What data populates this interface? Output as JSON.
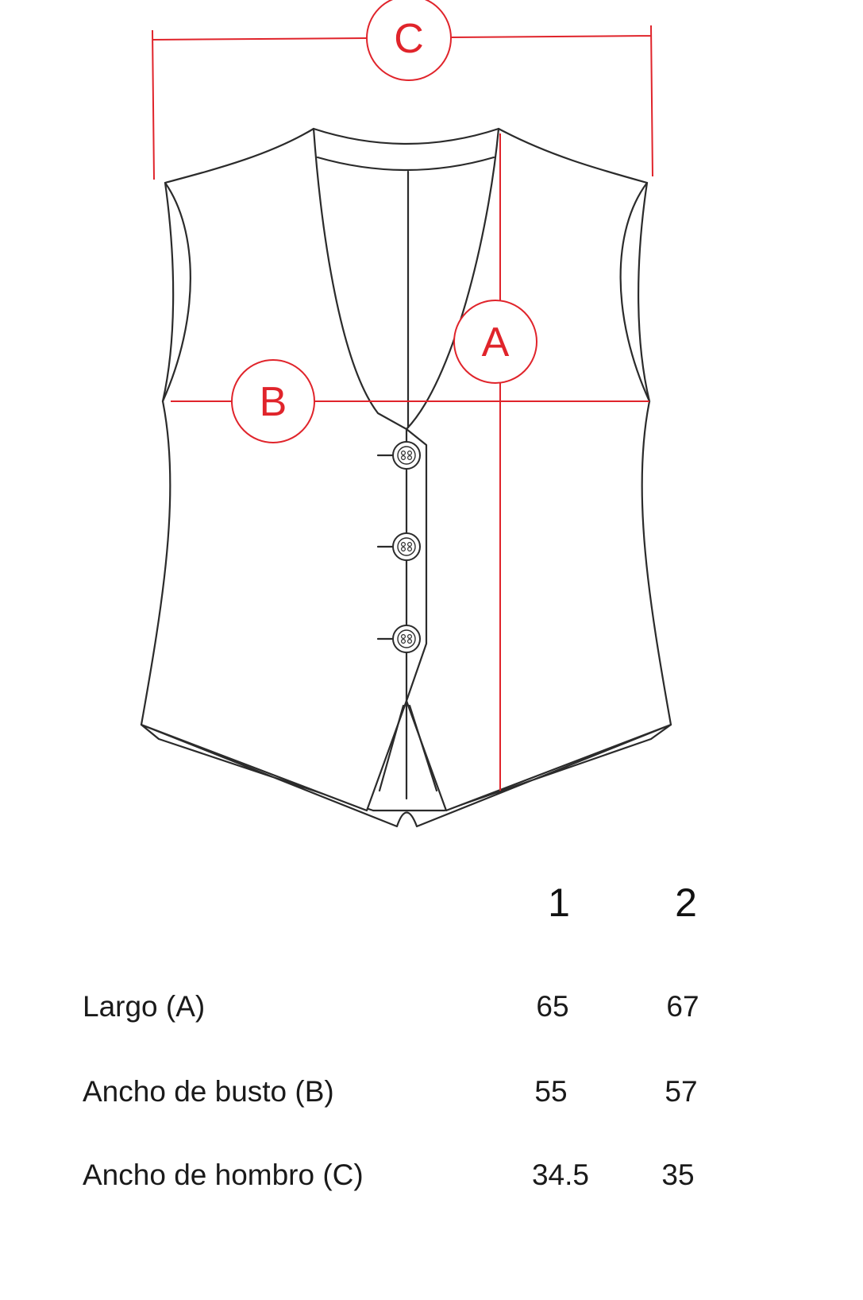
{
  "colors": {
    "measure": "#e0242b",
    "outline": "#2b2b2b",
    "text": "#1a1a1a"
  },
  "diagram": {
    "markers": {
      "a": "A",
      "b": "B",
      "c": "C"
    }
  },
  "table": {
    "sizes": [
      "1",
      "2"
    ],
    "rows": [
      {
        "label": "Largo (A)",
        "values": [
          "65",
          "67"
        ]
      },
      {
        "label": "Ancho de busto (B)",
        "values": [
          "55",
          "57"
        ]
      },
      {
        "label": "Ancho de hombro (C)",
        "values": [
          "34.5",
          "35"
        ]
      }
    ]
  }
}
